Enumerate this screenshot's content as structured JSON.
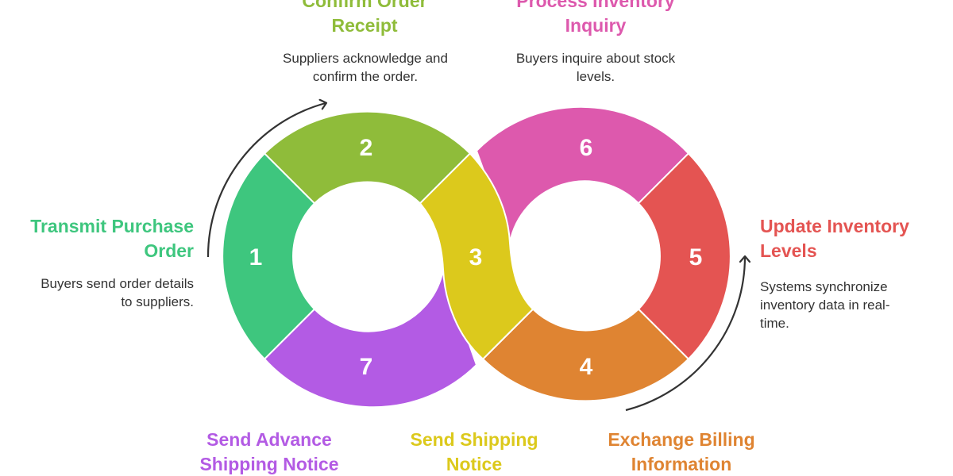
{
  "steps": [
    {
      "number": "1",
      "title": "Transmit Purchase Order",
      "description": "Buyers send order details to suppliers.",
      "color": "#3ec67e"
    },
    {
      "number": "2",
      "title": "Confirm Order Receipt",
      "description": "Suppliers acknowledge and confirm the order.",
      "color": "#8fbc3a"
    },
    {
      "number": "3",
      "title": "Send Shipping Notice",
      "description": "",
      "color": "#dcc91c"
    },
    {
      "number": "4",
      "title": "Exchange Billing Information",
      "description": "",
      "color": "#df8432"
    },
    {
      "number": "5",
      "title": "Update Inventory Levels",
      "description": "Systems synchronize inventory data in real-time.",
      "color": "#e45452"
    },
    {
      "number": "6",
      "title": "Process Inventory Inquiry",
      "description": "Buyers inquire about stock levels.",
      "color": "#dd59ad"
    },
    {
      "number": "7",
      "title": "Send Advance Shipping Notice",
      "description": "",
      "color": "#b35be4"
    }
  ]
}
